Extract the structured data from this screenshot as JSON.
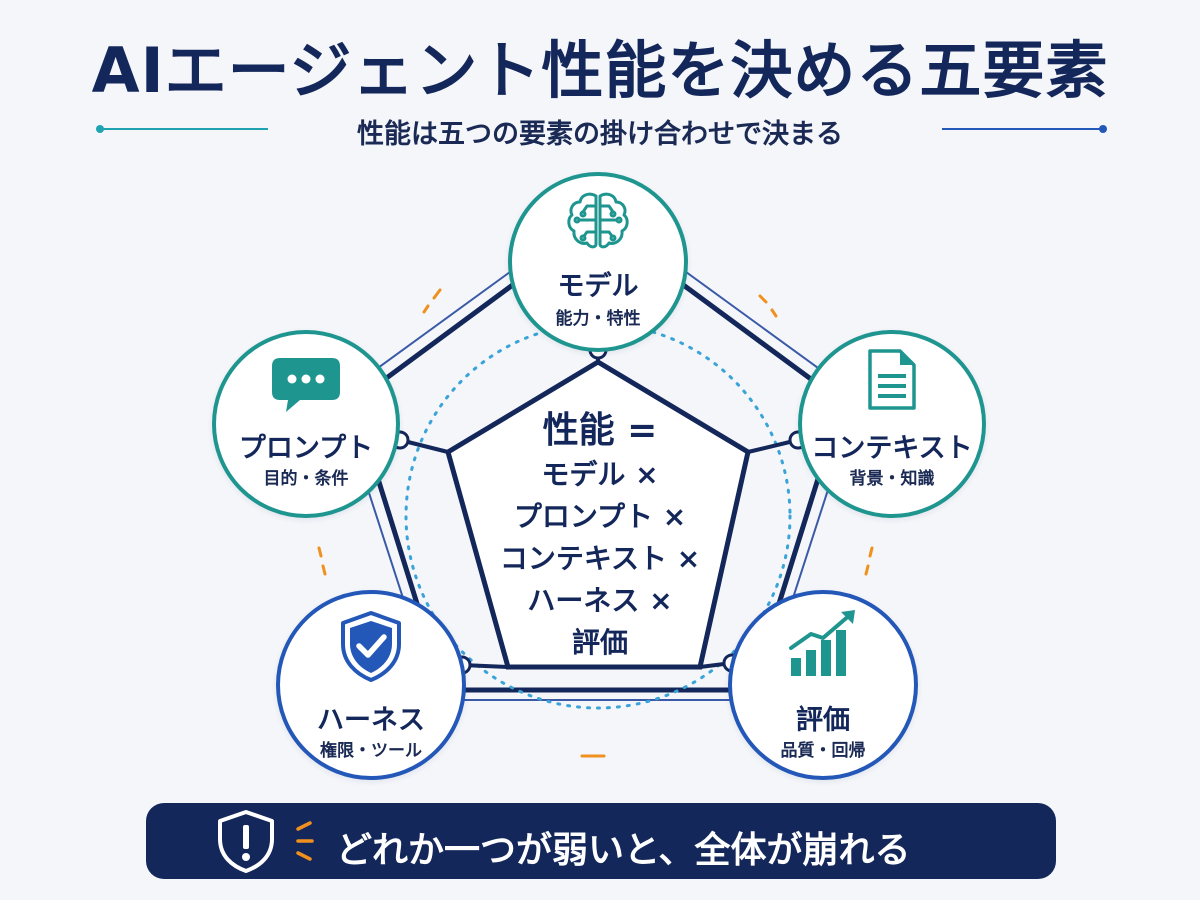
{
  "title": "AIエージェント性能を決める五要素",
  "subtitle": "性能は五つの要素の掛け合わせで決まる",
  "colors": {
    "navy": "#14275a",
    "teal": "#1f9590",
    "blue": "#2357b8",
    "orange": "#f0901e"
  },
  "elements": {
    "model": {
      "label": "モデル",
      "sub": "能力・特性",
      "icon": "brain-icon"
    },
    "prompt": {
      "label": "プロンプト",
      "sub": "目的・条件",
      "icon": "chat-bubble-icon"
    },
    "context": {
      "label": "コンテキスト",
      "sub": "背景・知識",
      "icon": "document-icon"
    },
    "harness": {
      "label": "ハーネス",
      "sub": "権限・ツール",
      "icon": "shield-check-icon"
    },
    "evaluation": {
      "label": "評価",
      "sub": "品質・回帰",
      "icon": "bar-chart-growth-icon"
    }
  },
  "formula": {
    "head": "性能 =",
    "lines": [
      "モデル ×",
      "プロンプト ×",
      "コンテキスト ×",
      "ハーネス ×",
      "評価"
    ]
  },
  "banner": {
    "text": "どれか一つが弱いと、全体が崩れる",
    "icon": "warning-shield-icon"
  }
}
